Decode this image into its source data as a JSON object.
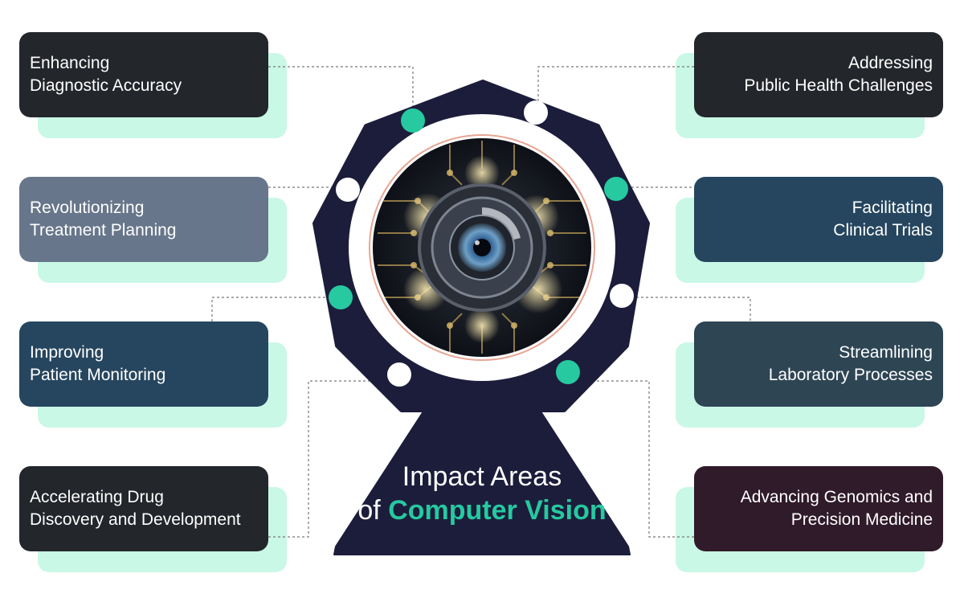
{
  "title": {
    "line1": "Impact Areas",
    "prefix": "of",
    "highlight": "Computer Vision"
  },
  "colors": {
    "accent": "#26c9a0",
    "shadow": "#c9f8e6",
    "hub": "#1c1d3b",
    "connector": "#777777"
  },
  "central_image": "futuristic-robotic-eye",
  "cards": [
    {
      "line1": "Enhancing",
      "line2": "Diagnostic Accuracy",
      "bg": "#23262b"
    },
    {
      "line1": "Revolutionizing",
      "line2": "Treatment Planning",
      "bg": "#67768a"
    },
    {
      "line1": "Improving",
      "line2": "Patient Monitoring",
      "bg": "#26465f"
    },
    {
      "line1": "Accelerating Drug",
      "line2": "Discovery and Development",
      "bg": "#23262b"
    },
    {
      "line1": "Addressing",
      "line2": "Public Health Challenges",
      "bg": "#23262b"
    },
    {
      "line1": "Facilitating",
      "line2": "Clinical Trials",
      "bg": "#26465f"
    },
    {
      "line1": "Streamlining",
      "line2": "Laboratory Processes",
      "bg": "#2e4554"
    },
    {
      "line1": "Advancing Genomics and",
      "line2": "Precision Medicine",
      "bg": "#301b2a"
    }
  ]
}
